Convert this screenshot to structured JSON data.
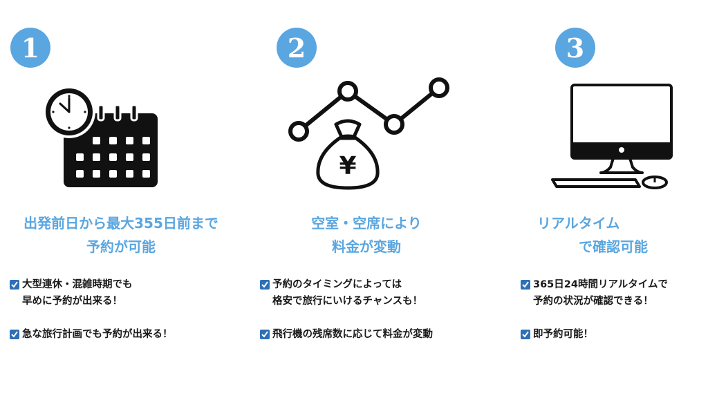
{
  "accent_color": "#5aa6e0",
  "check_color": "#2e6fb6",
  "features": [
    {
      "number": "1",
      "icon": "calendar-clock-icon",
      "title_lines": [
        "出発前日から最大355日前まで",
        "予約が可能"
      ],
      "bullets": [
        {
          "first": "大型連休・混雑時期でも",
          "cont": "早めに予約が出来る！"
        },
        {
          "first": "急な旅行計画でも予約が出来る！",
          "cont": ""
        }
      ]
    },
    {
      "number": "2",
      "icon": "money-bag-trend-icon",
      "title_lines": [
        "空室・空席により",
        "料金が変動"
      ],
      "bag_symbol": "¥",
      "bullets": [
        {
          "first": "予約のタイミングによっては",
          "cont": "格安で旅行にいけるチャンスも！"
        },
        {
          "first": "飛行機の残席数に応じて料金が変動",
          "cont": ""
        }
      ]
    },
    {
      "number": "3",
      "icon": "desktop-computer-icon",
      "title_lines": [
        "リアルタイム",
        "で確認可能"
      ],
      "bullets": [
        {
          "first": "365日24時間リアルタイムで",
          "cont": "予約の状況が確認できる！"
        },
        {
          "first": "即予約可能！",
          "cont": ""
        }
      ]
    }
  ]
}
